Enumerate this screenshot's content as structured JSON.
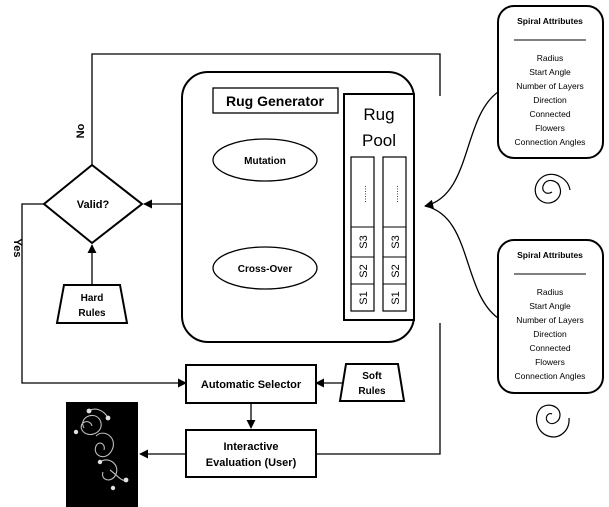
{
  "generator": {
    "title": "Rug Generator",
    "mutation": "Mutation",
    "crossover": "Cross-Over"
  },
  "pool": {
    "title_line1": "Rug",
    "title_line2": "Pool",
    "col1": [
      "S1",
      "S2",
      "S3",
      "......."
    ],
    "col2": [
      "S1",
      "S2",
      "S3",
      "......."
    ]
  },
  "valid": "Valid?",
  "no_label": "No",
  "yes_label": "Yes",
  "hard_rules": {
    "line1": "Hard",
    "line2": "Rules"
  },
  "soft_rules": {
    "line1": "Soft",
    "line2": "Rules"
  },
  "auto_selector": "Automatic Selector",
  "interactive": {
    "line1": "Interactive",
    "line2": "Evaluation (User)"
  },
  "spiral_top": {
    "header": "Spiral Attributes",
    "items": [
      "Radius",
      "Start Angle",
      "Number of Layers",
      "Direction",
      "Connected",
      "Flowers",
      "Connection Angles"
    ]
  },
  "spiral_bottom": {
    "header": "Spiral Attributes",
    "items": [
      "Radius",
      "Start Angle",
      "Number of Layers",
      "Direction",
      "Connected",
      "Flowers",
      "Connection Angles"
    ]
  }
}
